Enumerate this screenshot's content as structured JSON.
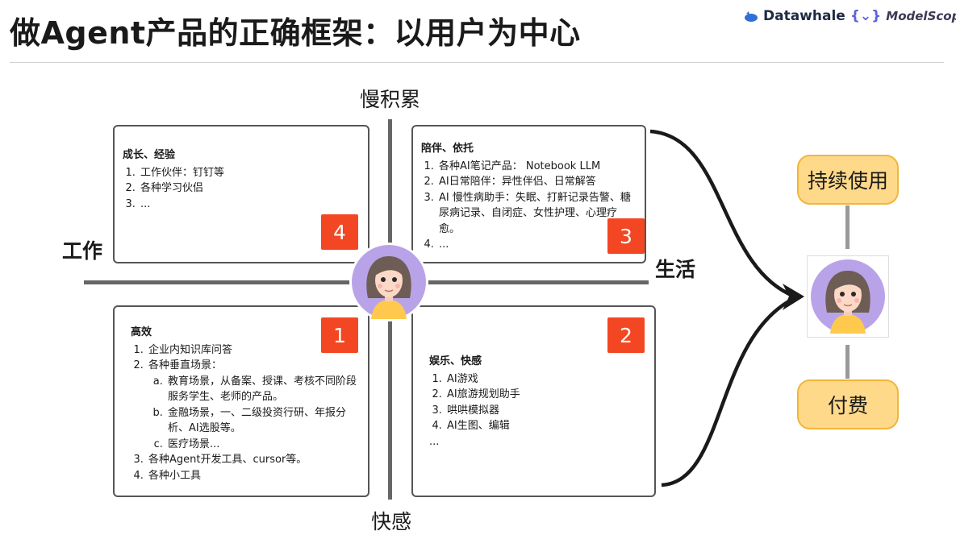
{
  "title": "做Agent产品的正确框架：以用户为中心",
  "logo": {
    "brand": "Datawhale",
    "partner": "ModelScope"
  },
  "axes": {
    "top": "慢积累",
    "bottom": "快感",
    "left": "工作",
    "right": "生活"
  },
  "quadrants": {
    "q4": {
      "number": "4",
      "heading": "成长、经验",
      "items": [
        "工作伙伴：钉钉等",
        "各种学习伙侣",
        "..."
      ]
    },
    "q3": {
      "number": "3",
      "heading": "陪伴、依托",
      "items": [
        "各种AI笔记产品： Notebook LLM",
        "AI日常陪伴：异性伴侣、日常解答",
        "AI 慢性病助手：失眠、打鼾记录告警、糖尿病记录、自闭症、女性护理、心理疗愈。",
        "..."
      ]
    },
    "q1": {
      "number": "1",
      "heading": "高效",
      "item1": "企业内知识库问答",
      "item2": "各种垂直场景：",
      "sub": [
        "教育场景，从备案、授课、考核不同阶段服务学生、老师的产品。",
        "金融场景，一、二级投资行研、年报分析、AI选股等。",
        "医疗场景..."
      ],
      "item3": "各种Agent开发工具、cursor等。",
      "item4": "各种小工具"
    },
    "q2": {
      "number": "2",
      "heading": "娱乐、快感",
      "items": [
        "AI游戏",
        "AI旅游规划助手",
        "哄哄模拟器",
        "AI生图、编辑"
      ],
      "extra": "..."
    }
  },
  "outcomes": {
    "top": "持续使用",
    "bottom": "付费"
  },
  "colors": {
    "badge": "#f24722",
    "pill_fill": "#ffd98a",
    "pill_border": "#f2b53a",
    "axis": "#666666"
  }
}
